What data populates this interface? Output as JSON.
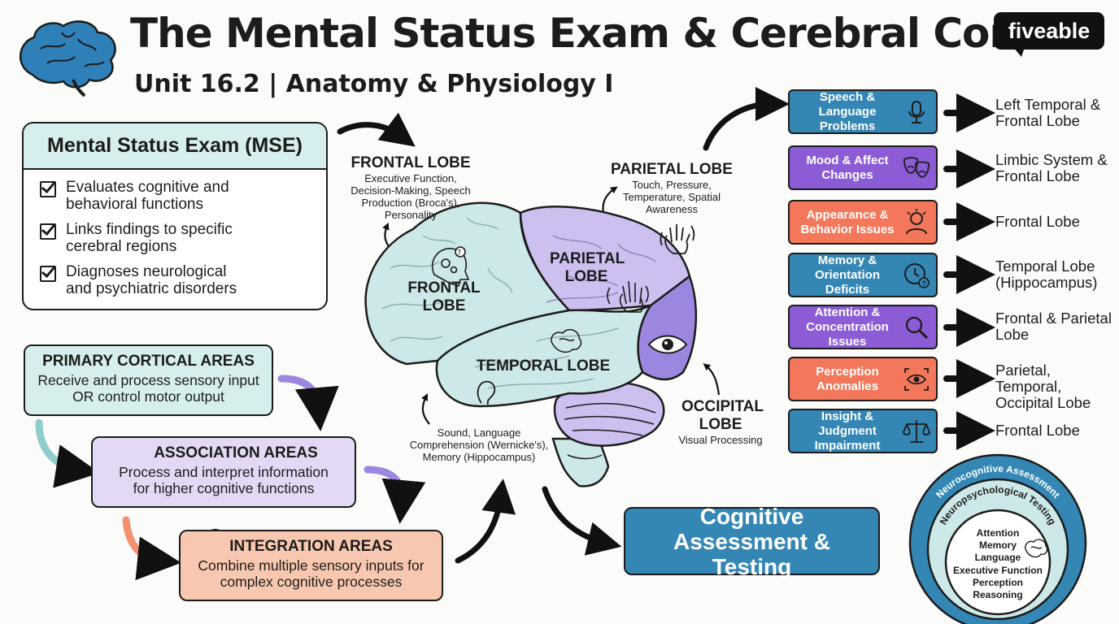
{
  "header": {
    "title": "The Mental Status Exam & Cerebral Cortex",
    "subtitle": "Unit 16.2 | Anatomy & Physiology I",
    "logo": "fiveable"
  },
  "mse_card": {
    "title": "Mental Status Exam (MSE)",
    "items": [
      "Evaluates cognitive and behavioral functions",
      "Links findings to specific cerebral regions",
      "Diagnoses neurological and psychiatric disorders"
    ]
  },
  "hierarchy": [
    {
      "title": "PRIMARY CORTICAL AREAS",
      "desc": "Receive and process sensory input OR control motor output",
      "color": "#d7eeee"
    },
    {
      "title": "ASSOCIATION AREAS",
      "desc": "Process and interpret information for higher cognitive functions",
      "color": "#e3d9f4"
    },
    {
      "title": "INTEGRATION AREAS",
      "desc": "Combine multiple sensory inputs for complex cognitive processes",
      "color": "#f8c7b0"
    }
  ],
  "lobes": {
    "frontal": {
      "title": "FRONTAL LOBE",
      "desc": "Executive Function, Decision-Making, Speech Production (Broca's), Personality",
      "inner": "FRONTAL LOBE"
    },
    "parietal": {
      "title": "PARIETAL LOBE",
      "desc": "Touch, Pressure, Temperature, Spatial Awareness",
      "inner": "PARIETAL LOBE"
    },
    "temporal": {
      "desc": "Sound, Language Comprehension (Wernicke's), Memory (Hippocampus)",
      "inner": "TEMPORAL LOBE"
    },
    "occipital": {
      "title": "OCCIPITAL LOBE",
      "desc": "Visual Processing"
    }
  },
  "colors": {
    "teal": "#cde8e8",
    "lavender": "#cdbff0",
    "purple": "#9d86df",
    "blue": "#3487b5",
    "violet": "#8b5cd6",
    "orange": "#f3775a"
  },
  "symptoms": [
    {
      "label": "Speech & Language Problems",
      "location": "Left Temporal & Frontal Lobe",
      "color": "#3487b5",
      "icon": "microphone-icon"
    },
    {
      "label": "Mood & Affect Changes",
      "location": "Limbic System & Frontal Lobe",
      "color": "#8b5cd6",
      "icon": "theater-masks-icon"
    },
    {
      "label": "Appearance & Behavior Issues",
      "location": "Frontal Lobe",
      "color": "#f3775a",
      "icon": "person-icon"
    },
    {
      "label": "Memory & Orientation Deficits",
      "location": "Temporal Lobe (Hippocampus)",
      "color": "#3487b5",
      "icon": "clock-question-icon"
    },
    {
      "label": "Attention & Concentration Issues",
      "location": "Frontal & Parietal Lobe",
      "color": "#8b5cd6",
      "icon": "magnifier-icon"
    },
    {
      "label": "Perception Anomalies",
      "location": "Parietal, Temporal, Occipital Lobe",
      "color": "#f3775a",
      "icon": "eye-scan-icon"
    },
    {
      "label": "Insight & Judgment Impairment",
      "location": "Frontal Lobe",
      "color": "#3487b5",
      "icon": "scales-icon"
    }
  ],
  "cognitive_box": "Cognitive Assessment & Testing",
  "assessment": {
    "outer": "Neurocognitive Assessment",
    "middle": "Neuropsychological Testing",
    "domains": [
      "Attention",
      "Memory",
      "Language",
      "Executive Function",
      "Perception",
      "Reasoning"
    ]
  }
}
